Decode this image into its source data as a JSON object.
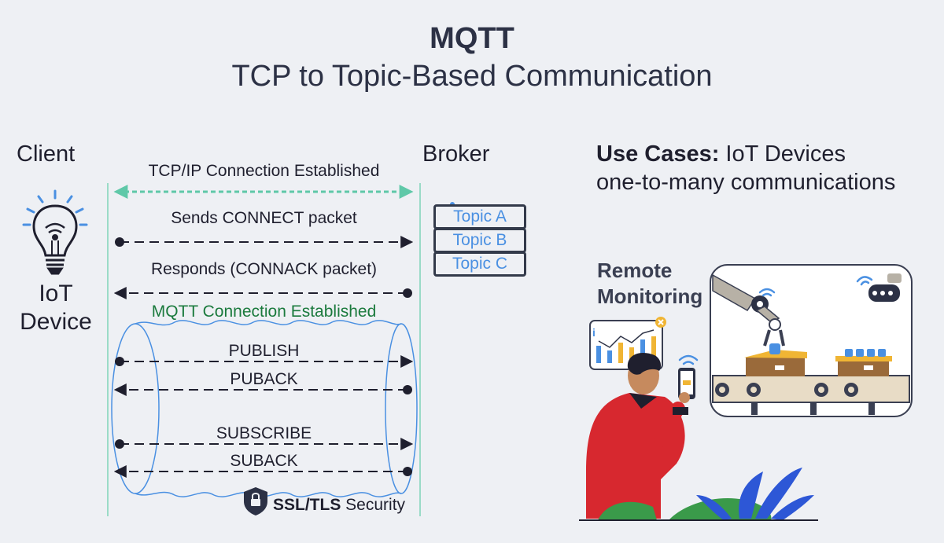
{
  "title": "MQTT",
  "subtitle": "TCP to Topic-Based Communication",
  "client_label": "Client",
  "broker_label": "Broker",
  "device_label_line1": "IoT",
  "device_label_line2": "Device",
  "messages": {
    "tcp": "TCP/IP Connection Established",
    "connect": "Sends CONNECT packet",
    "connack": "Responds (CONNACK packet)",
    "mqtt_established": "MQTT Connection Established",
    "publish": "PUBLISH",
    "puback": "PUBACK",
    "subscribe": "SUBSCRIBE",
    "suback": "SUBACK"
  },
  "topics": [
    "Topic A",
    "Topic B",
    "Topic C"
  ],
  "security": {
    "strong": "SSL/TLS",
    "rest": " Security"
  },
  "use_cases": {
    "label": "Use Cases:",
    "line1_rest": " IoT Devices",
    "line2": "one-to-many communications"
  },
  "remote_monitoring": {
    "line1": "Remote",
    "line2": "Monitoring"
  },
  "colors": {
    "text": "#1f1f2e",
    "title": "#2c3145",
    "topic_text": "#4a90e2",
    "tcp_arrow": "#5fc8a8",
    "mqtt_green": "#1b7a3d",
    "tunnel": "#4a90e2",
    "lifeline": "#7fd4b8",
    "person_shirt": "#d7282f"
  }
}
